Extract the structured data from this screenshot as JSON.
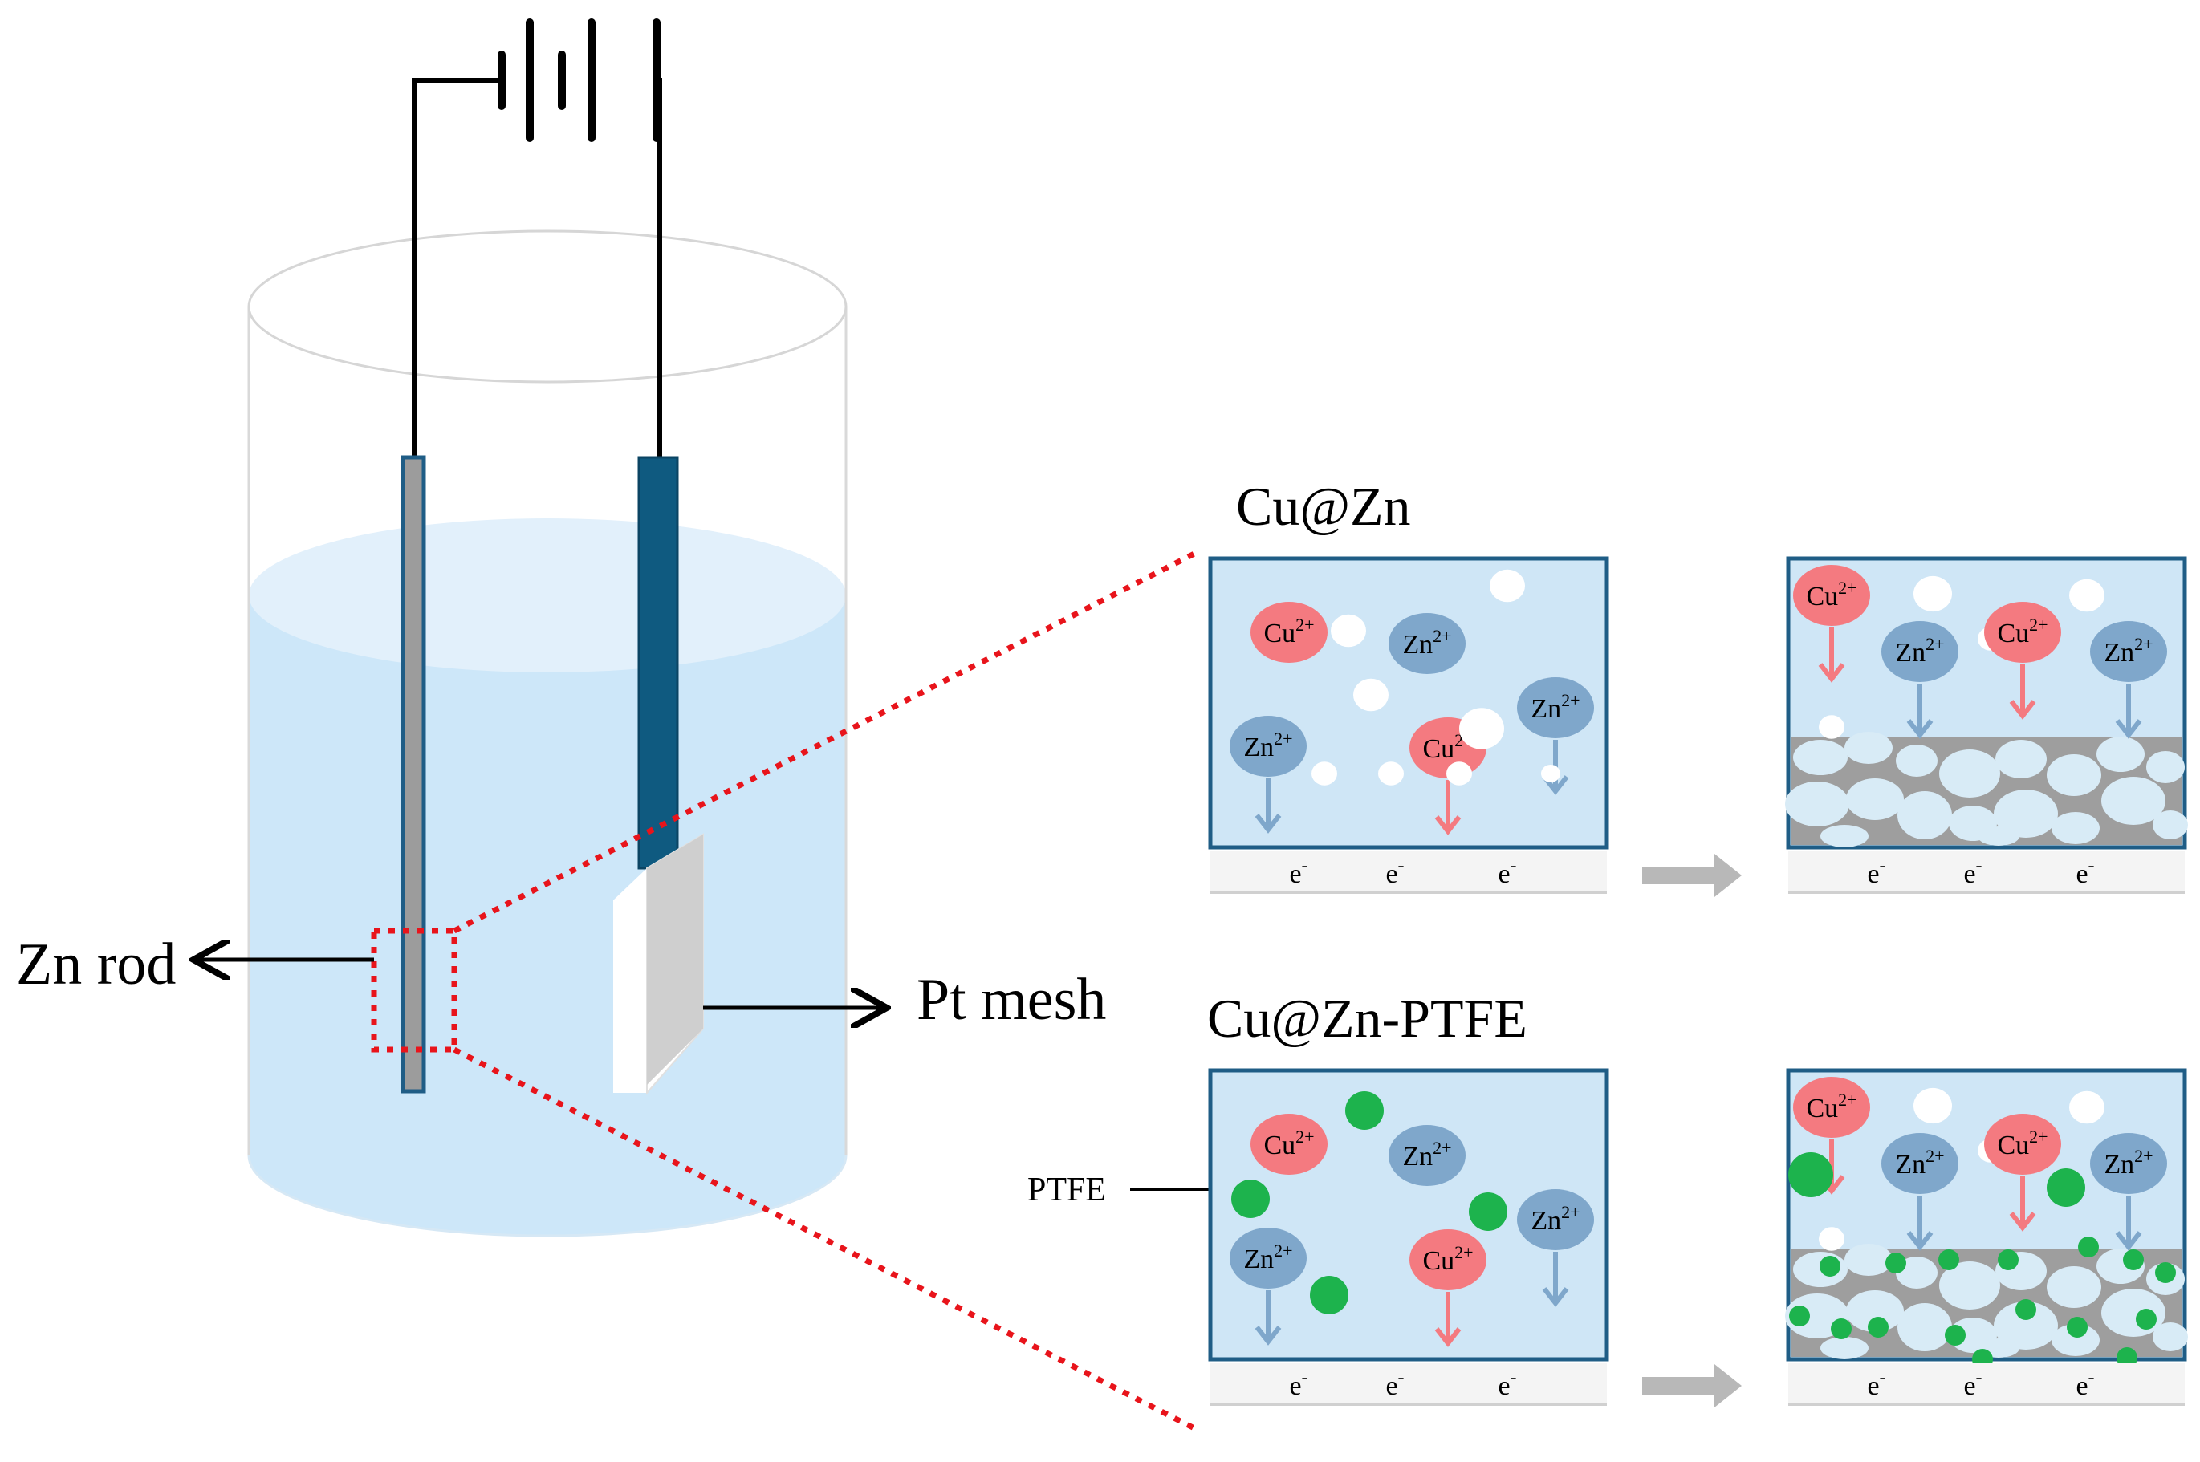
{
  "labels": {
    "zn_rod": "Zn rod",
    "pt_mesh": "Pt mesh",
    "cu_zn": "Cu@Zn",
    "cu_zn_ptfe": "Cu@Zn-PTFE",
    "ptfe": "PTFE"
  },
  "ions": {
    "cu": {
      "base": "Cu",
      "charge": "2+"
    },
    "zn": {
      "base": "Zn",
      "charge": "2+"
    }
  },
  "electron": {
    "base": "e",
    "charge": "-"
  },
  "colors": {
    "cu_ion": "#f47a80",
    "zn_ion": "#7fa7cb",
    "ptfe": "#1db34d",
    "electrolyte": "#cfe6f6",
    "panel_border": "#1f5d86",
    "deposit": "#9e9e9e",
    "dotted_line": "#e8141b"
  }
}
